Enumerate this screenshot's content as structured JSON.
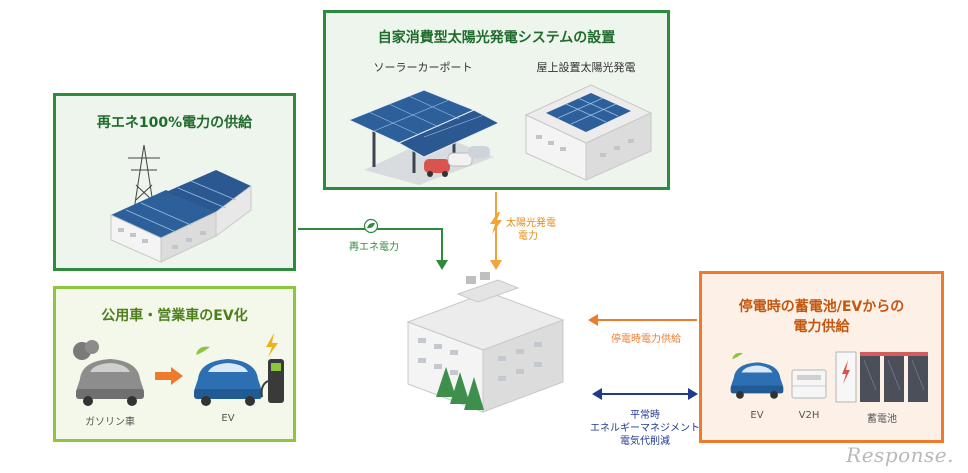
{
  "boxes": {
    "solar_system": {
      "title": "自家消費型太陽光発電システムの設置",
      "carport_label": "ソーラーカーポート",
      "rooftop_label": "屋上設置太陽光発電"
    },
    "renewable": {
      "title": "再エネ100%電力の供給"
    },
    "ev_fleet": {
      "title": "公用車・営業車のEV化",
      "gasoline_label": "ガソリン車",
      "ev_label": "EV"
    },
    "backup": {
      "title_line1": "停電時の蓄電池/EVからの",
      "title_line2": "電力供給",
      "ev_label": "EV",
      "v2h_label": "V2H",
      "battery_label": "蓄電池"
    }
  },
  "flows": {
    "renewable_power": "再エネ電力",
    "solar_line1": "太陽光発電",
    "solar_line2": "電力",
    "outage_supply": "停電時電力供給",
    "normal_line1": "平常時",
    "normal_line2": "エネルギーマネジメント",
    "normal_line3": "電気代削減"
  },
  "watermark": "Response.",
  "colors": {
    "dark_green": "#2e8b3e",
    "light_green": "#8cc63f",
    "orange": "#ee7b2c",
    "blue": "#2c6fb3",
    "panel_fill": "#eef5ec"
  }
}
